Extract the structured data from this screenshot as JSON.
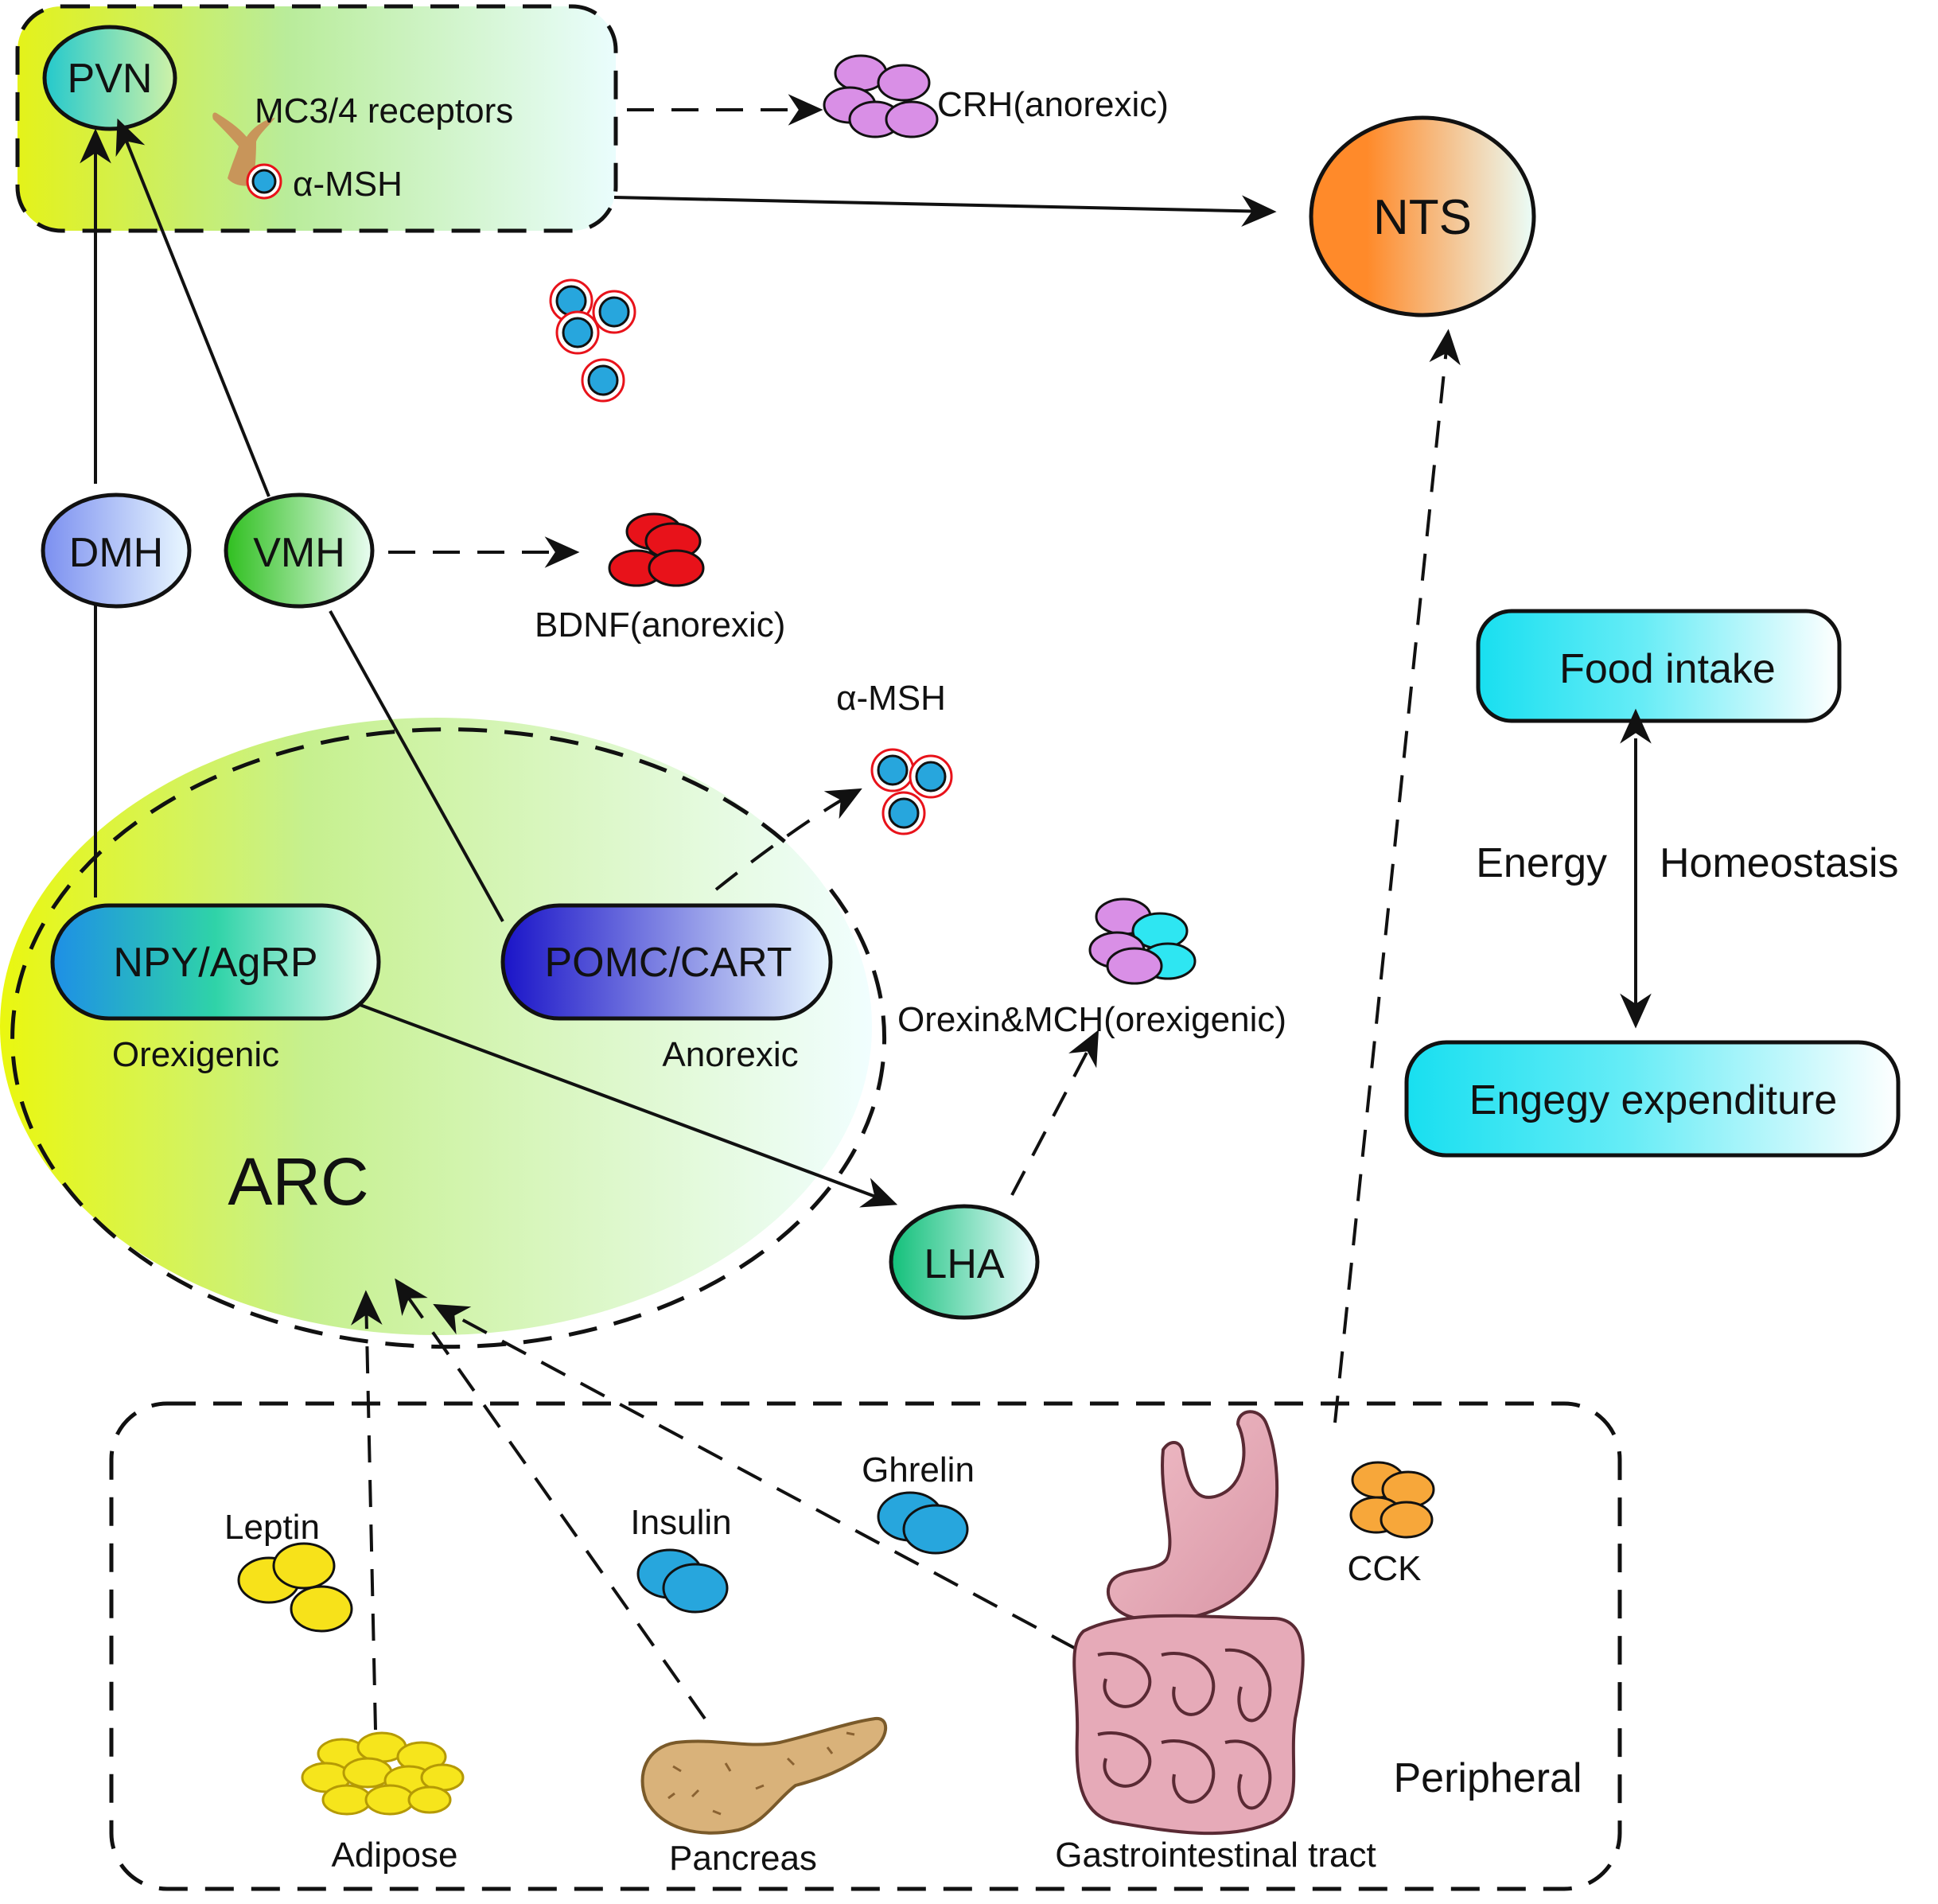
{
  "regions": {
    "pvn_region": {
      "receptors": "MC3/4 receptors",
      "msh": "α-MSH"
    },
    "arc_region": {
      "label": "ARC"
    },
    "peripheral_region": {
      "label": "Peripheral"
    }
  },
  "nodes": {
    "pvn": "PVN",
    "nts": "NTS",
    "dmh": "DMH",
    "vmh": "VMH",
    "npy_agrp": "NPY/AgRP",
    "pomc_cart": "POMC/CART",
    "lha": "LHA"
  },
  "captions": {
    "orexigenic": "Orexigenic",
    "anorexic": "Anorexic"
  },
  "hormones": {
    "crh": "CRH(anorexic)",
    "bdnf": "BDNF(anorexic)",
    "alpha_msh": "α-MSH",
    "orexin_mch": "Orexin&MCH(orexigenic)",
    "leptin": "Leptin",
    "insulin": "Insulin",
    "ghrelin": "Ghrelin",
    "cck": "CCK"
  },
  "organs": {
    "adipose": "Adipose",
    "pancreas": "Pancreas",
    "gi_tract": "Gastrointestinal tract"
  },
  "energy_panel": {
    "food_intake": "Food intake",
    "expenditure": "Engegy expenditure",
    "energy": "Energy",
    "homeostasis": "Homeostasis"
  },
  "colors": {
    "cyan": "#2ee6f2",
    "green": "#2fbf1f",
    "yellow": "#e8f515",
    "orange": "#ff8a2a",
    "blue_dark": "#1a14c8",
    "red": "#e8121a",
    "violet": "#d98fe6",
    "cell_blue": "#27a6dd",
    "hormone_yellow": "#f7e21a",
    "hormone_orange": "#f7a73a"
  }
}
